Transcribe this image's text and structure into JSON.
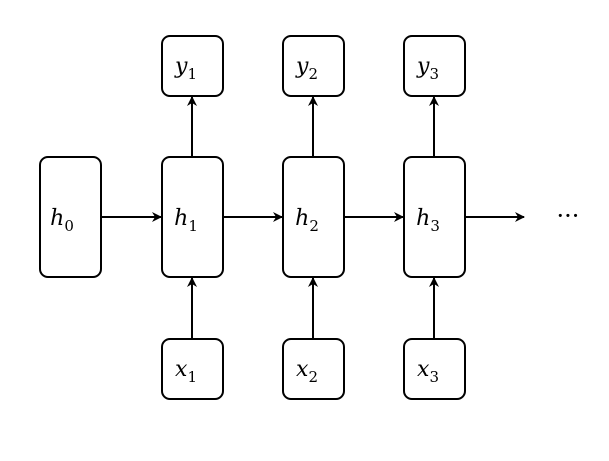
{
  "hidden_states": [
    {
      "base": "h",
      "sub": "0"
    },
    {
      "base": "h",
      "sub": "1"
    },
    {
      "base": "h",
      "sub": "2"
    },
    {
      "base": "h",
      "sub": "3"
    }
  ],
  "inputs": [
    {
      "base": "x",
      "sub": "1"
    },
    {
      "base": "x",
      "sub": "2"
    },
    {
      "base": "x",
      "sub": "3"
    }
  ],
  "outputs": [
    {
      "base": "y",
      "sub": "1"
    },
    {
      "base": "y",
      "sub": "2"
    },
    {
      "base": "y",
      "sub": "3"
    }
  ],
  "continuation": "···"
}
